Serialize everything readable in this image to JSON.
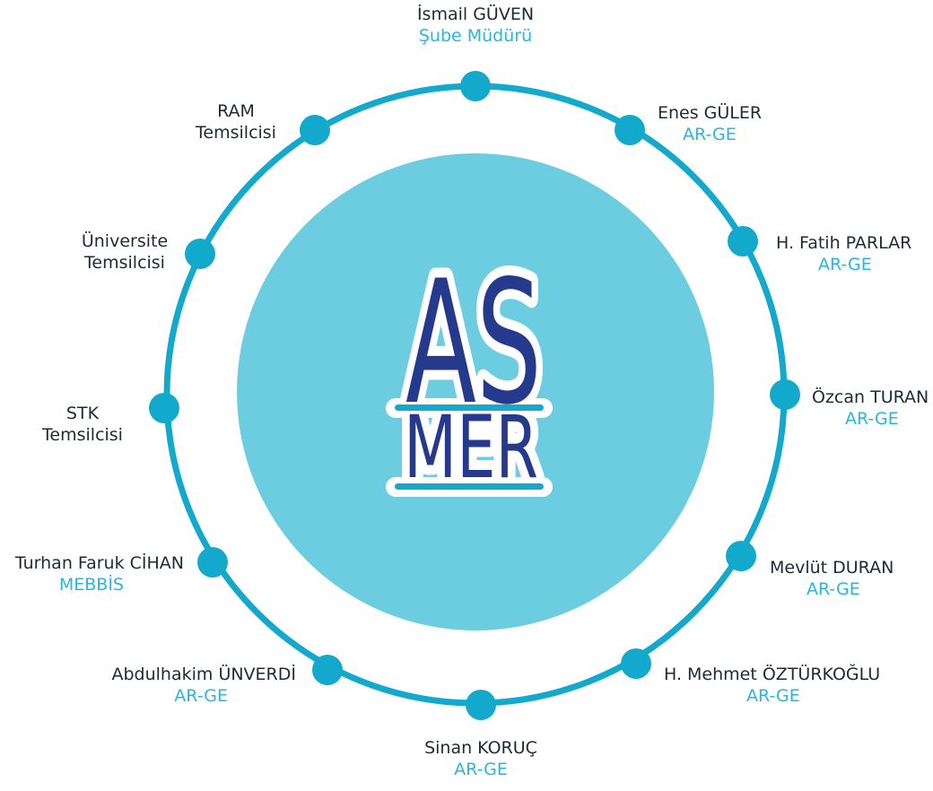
{
  "colors": {
    "ring": "#13a9cc",
    "node": "#13a9cc",
    "center_circle": "#6dcde0",
    "logo_text": "#253a8c",
    "logo_outline": "#ffffff",
    "logo_underline": "#13a9cc",
    "name_text": "#1f2a33",
    "role_text": "#29b6dc"
  },
  "logo": {
    "line1": "AS",
    "line2": "MER"
  },
  "members": [
    {
      "id": "ismail-guven",
      "name": "İsmail GÜVEN",
      "role": "Şube Müdürü"
    },
    {
      "id": "enes-guler",
      "name": "Enes GÜLER",
      "role": "AR-GE"
    },
    {
      "id": "fatih-parlar",
      "name": "H. Fatih PARLAR",
      "role": "AR-GE"
    },
    {
      "id": "ozcan-turan",
      "name": "Özcan TURAN",
      "role": "AR-GE"
    },
    {
      "id": "mevlut-duran",
      "name": "Mevlüt DURAN",
      "role": "AR-GE"
    },
    {
      "id": "mehmet-ozturkoglu",
      "name": "H. Mehmet ÖZTÜRKOĞLU",
      "role": "AR-GE"
    },
    {
      "id": "sinan-koruc",
      "name": "Sinan KORUÇ",
      "role": "AR-GE"
    },
    {
      "id": "abdulhakim-unverdi",
      "name": "Abdulhakim ÜNVERDİ",
      "role": "AR-GE"
    },
    {
      "id": "turhan-faruk-cihan",
      "name": "Turhan Faruk CİHAN",
      "role": "MEBBİS"
    },
    {
      "id": "stk-temsilcisi",
      "name": "STK\nTemsilcisi",
      "role": ""
    },
    {
      "id": "universite-temsilcisi",
      "name": "Üniversite\nTemsilcisi",
      "role": ""
    },
    {
      "id": "ram-temsilcisi",
      "name": "RAM\nTemsilcisi",
      "role": ""
    }
  ]
}
